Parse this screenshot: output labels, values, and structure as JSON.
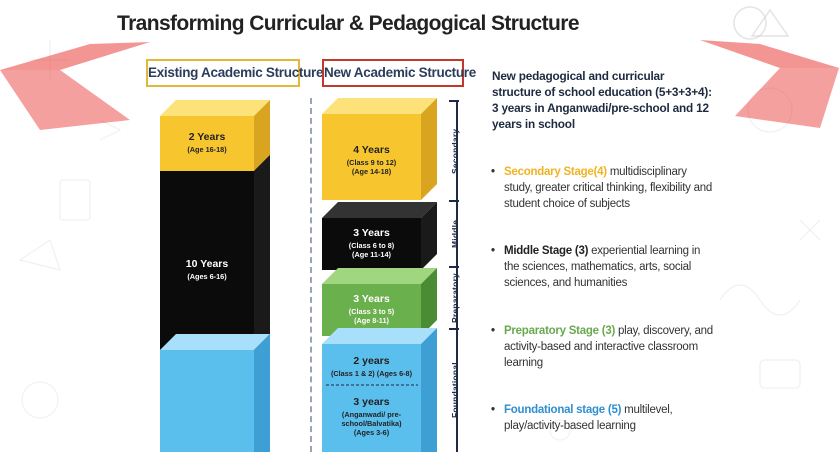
{
  "title": "Transforming Curricular & Pedagogical Structure",
  "headers": {
    "existing": "Existing Academic Structure",
    "new": "New Academic Structure"
  },
  "existing_blocks": {
    "top": {
      "years": "2 Years",
      "detail": "(Age 16-18)"
    },
    "middle": {
      "years": "10 Years",
      "detail": "(Ages 6-16)"
    }
  },
  "new_blocks": {
    "secondary": {
      "years": "4 Years",
      "detail1": "(Class 9 to 12)",
      "detail2": "(Age 14-18)"
    },
    "middle": {
      "years": "3 Years",
      "detail1": "(Class 6 to 8)",
      "detail2": "(Age 11-14)"
    },
    "preparatory": {
      "years": "3 Years",
      "detail1": "(Class 3 to 5)",
      "detail2": "(Age 8-11)"
    },
    "foundational_a": {
      "years": "2 years",
      "detail1": "(Class 1 & 2)   (Ages 6-8)"
    },
    "foundational_b": {
      "years": "3 years",
      "detail1": "(Anganwadi/ pre-",
      "detail2": "school/Balvatika)",
      "detail3": "(Ages 3-6)"
    }
  },
  "stage_labels": {
    "secondary": "Secondary",
    "middle": "Middle",
    "preparatory": "Preparatory",
    "foundational": "Foundational"
  },
  "intro": "New pedagogical and curricular structure of school education (5+3+3+4): 3 years in Anganwadi/pre-school and 12 years in school",
  "bullets": [
    {
      "stage": "Secondary Stage(4)",
      "text": " multidisciplinary study, greater critical thinking, flexibility and student choice of subjects",
      "color": "#f0b323"
    },
    {
      "stage": "Middle Stage (3)",
      "text": " experiential learning in the sciences, mathematics, arts, social sciences, and humanities",
      "color": "#222222"
    },
    {
      "stage": "Preparatory Stage (3)",
      "text": "  play, discovery, and activity-based and interactive classroom learning",
      "color": "#6aa84f"
    },
    {
      "stage": "Foundational stage (5)",
      "text": " multilevel, play/activity-based learning",
      "color": "#2f8fd0"
    }
  ],
  "colors": {
    "yellow": "#f7c62f",
    "black": "#0b0b0b",
    "green": "#6ab04c",
    "blue": "#5bbfee",
    "banner": "#e9403b"
  }
}
